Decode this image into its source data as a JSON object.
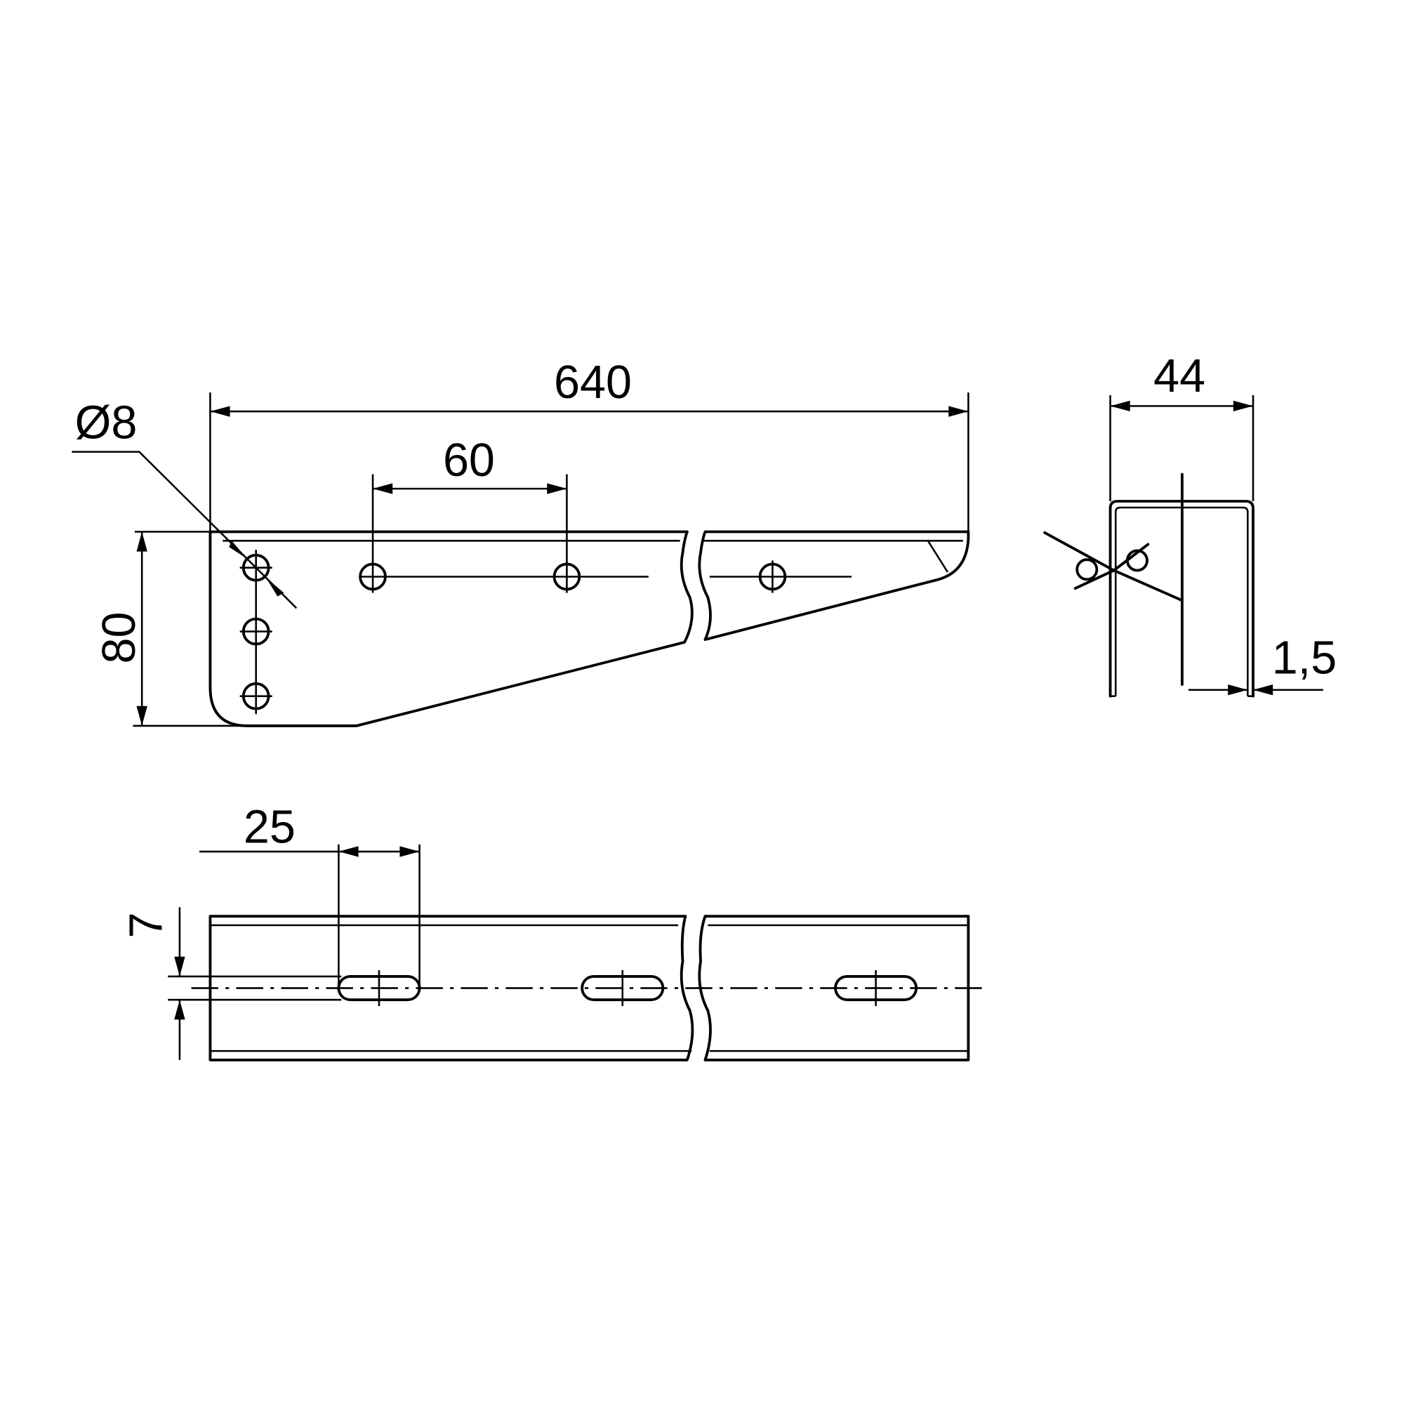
{
  "drawing": {
    "front_view": {
      "dim_length": "640",
      "dim_hole_spacing": "60",
      "dim_hole_diameter": "Ø8",
      "dim_height": "80"
    },
    "side_view": {
      "dim_width": "44",
      "dim_thickness": "1,5"
    },
    "bottom_view": {
      "dim_slot_length": "25",
      "dim_slot_width": "7"
    },
    "colors": {
      "line": "#000000",
      "background": "#ffffff"
    }
  }
}
